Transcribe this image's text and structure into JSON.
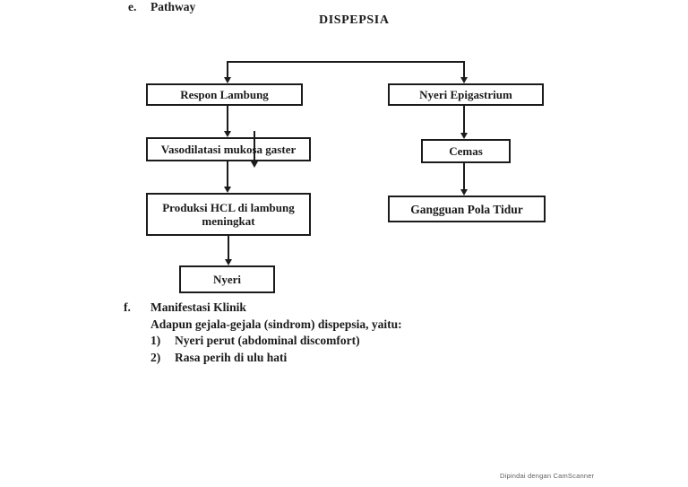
{
  "document": {
    "section_e": {
      "marker": "e.",
      "title": "Pathway"
    },
    "diagram_title": "DISPEPSIA",
    "section_f": {
      "marker": "f.",
      "title": "Manifestasi Klinik",
      "intro": "Adapun gejala-gejala (sindrom) dispepsia, yaitu:",
      "items": [
        {
          "num": "1)",
          "text": "Nyeri perut (abdominal discomfort)"
        },
        {
          "num": "2)",
          "text": "Rasa perih di ulu hati"
        }
      ]
    },
    "scanner_watermark": "Dipindai dengan CamScanner"
  },
  "flowchart": {
    "title": "DISPEPSIA",
    "nodes": {
      "respon_lambung": "Respon Lambung",
      "nyeri_epigastrium": "Nyeri Epigastrium",
      "vasodilatasi": "Vasodilatasi mukosa gaster",
      "cemas": "Cemas",
      "produksi_hcl": "Produksi HCL di lambung meningkat",
      "gangguan_pola_tidur": "Gangguan Pola Tidur",
      "nyeri": "Nyeri"
    },
    "edges": [
      {
        "from": "DISPEPSIA",
        "to": "Respon Lambung"
      },
      {
        "from": "DISPEPSIA",
        "to": "Nyeri Epigastrium"
      },
      {
        "from": "Respon Lambung",
        "to": "Vasodilatasi mukosa gaster"
      },
      {
        "from": "Vasodilatasi mukosa gaster",
        "to": "Produksi HCL di lambung meningkat"
      },
      {
        "from": "Produksi HCL di lambung meningkat",
        "to": "Nyeri"
      },
      {
        "from": "Nyeri Epigastrium",
        "to": "Cemas"
      },
      {
        "from": "Cemas",
        "to": "Gangguan Pola Tidur"
      }
    ],
    "colors": {
      "ink": "#1b1b1b",
      "paper": "#ffffff",
      "watermark_gray": "#606060"
    }
  }
}
